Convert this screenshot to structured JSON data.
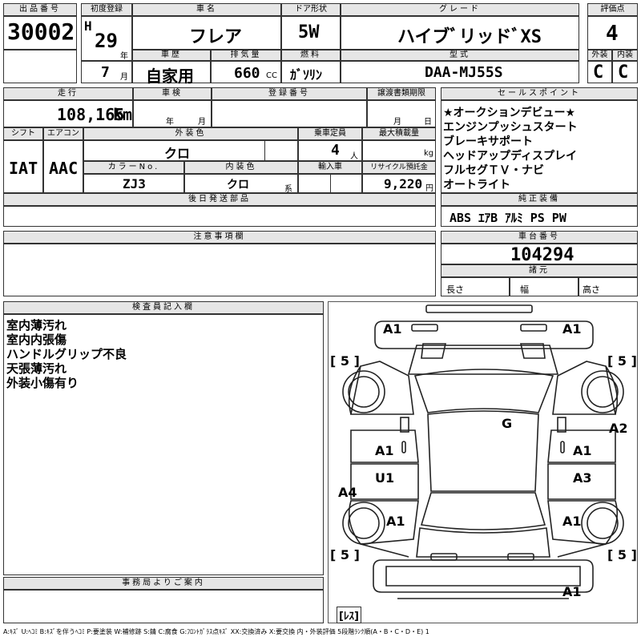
{
  "header": {
    "lot_label": "出品番号",
    "lot_no": "30002",
    "first_reg_label": "初度登録",
    "era": "H",
    "year": "29",
    "year_unit": "年",
    "month": "7",
    "month_unit": "月",
    "car_name_label": "車名",
    "car_name": "フレア",
    "history_label": "車歴",
    "history": "自家用",
    "displacement_label": "排気量",
    "displacement": "660",
    "cc": "CC",
    "door_label": "ドア形状",
    "door": "5W",
    "fuel_label": "燃料",
    "fuel": "ｶﾞｿﾘﾝ",
    "grade_label": "グレード",
    "grade": "ハイブﾞリッドﾞXS",
    "model_label": "型式",
    "model": "DAA-MJ55S",
    "score_label": "評価点",
    "score": "4",
    "ext_label": "外装",
    "ext": "C",
    "int_label": "内装",
    "int": "C"
  },
  "row2": {
    "mileage_label": "走行",
    "mileage": "108,165",
    "km": "km",
    "inspection_label": "車検",
    "insp_year_unit": "年",
    "insp_month_unit": "月",
    "reg_no_label": "登録番号",
    "transfer_label": "譲渡書類期限",
    "tr_month_unit": "月",
    "tr_day_unit": "日",
    "shift_label": "シフト",
    "shift": "IAT",
    "ac_label": "エアコン",
    "ac": "AAC",
    "ext_color_label": "外装色",
    "ext_color": "クロ",
    "capacity_label": "乗車定員",
    "capacity": "4",
    "person_unit": "人",
    "max_load_label": "最大積載量",
    "kg": "kg",
    "color_no_label": "カラーNo.",
    "color_no": "ZJ3",
    "int_color_label": "内装色",
    "int_color": "クロ",
    "kei": "系",
    "import_label": "輸入車",
    "recycle_label": "リサイクル預託金",
    "recycle": "9,220",
    "yen": "円",
    "parts_label": "後日発送部品"
  },
  "sales_points": {
    "label": "セールスポイント",
    "items": [
      "★オークションデビュー★",
      "エンジンプッシュスタート",
      "ブレーキサポート",
      "ヘッドアップディスプレイ",
      "フルセグＴＶ・ナビ",
      "オートライト"
    ]
  },
  "equipment": {
    "label": "純正装備",
    "value": "ABS ｴｱB ｱﾙﾐ PS PW"
  },
  "notes": {
    "label": "注意事項欄"
  },
  "chassis": {
    "label": "車台番号",
    "value": "104294",
    "spec_label": "諸元",
    "length_label": "長さ",
    "width_label": "幅",
    "height_label": "高さ"
  },
  "inspector": {
    "label": "検査員記入欄",
    "lines": [
      "室内薄汚れ",
      "室内内張傷",
      "ハンドルグリップ不良",
      "天張薄汚れ",
      "外装小傷有り"
    ]
  },
  "office": {
    "label": "事務局よりご案内"
  },
  "diagram": {
    "marks": {
      "fl_top": "A1",
      "fr_top": "A1",
      "tire_fl": "[ 5 ]",
      "tire_fr": "[ 5 ]",
      "roof": "G",
      "right_front_fender": "A2",
      "left_front_door": "A1",
      "right_front_door": "A1",
      "left_rear_door": "U1",
      "right_rear_door": "A3",
      "left_sill": "A4",
      "left_rear_qtr": "A1",
      "right_rear_qtr": "A1",
      "tire_rl": "[ 5 ]",
      "tire_rr": "[ 5 ]",
      "rear_bumper": "A1",
      "spare": "[ﾚｽ]"
    }
  },
  "footer": {
    "legend": "A:ｷｽﾞ U:ﾍｺﾐ B:ｷｽﾞを伴うﾍｺﾐ P:要塗装 W:補修跡 S:錆 C:腐食 G:ﾌﾛﾝﾄｶﾞﾗｽ点ｷｽﾞ XX:交換済み X:要交換 内・外装評価 5段階ﾗﾝｸ順(A・B・C・D・E) 1"
  }
}
